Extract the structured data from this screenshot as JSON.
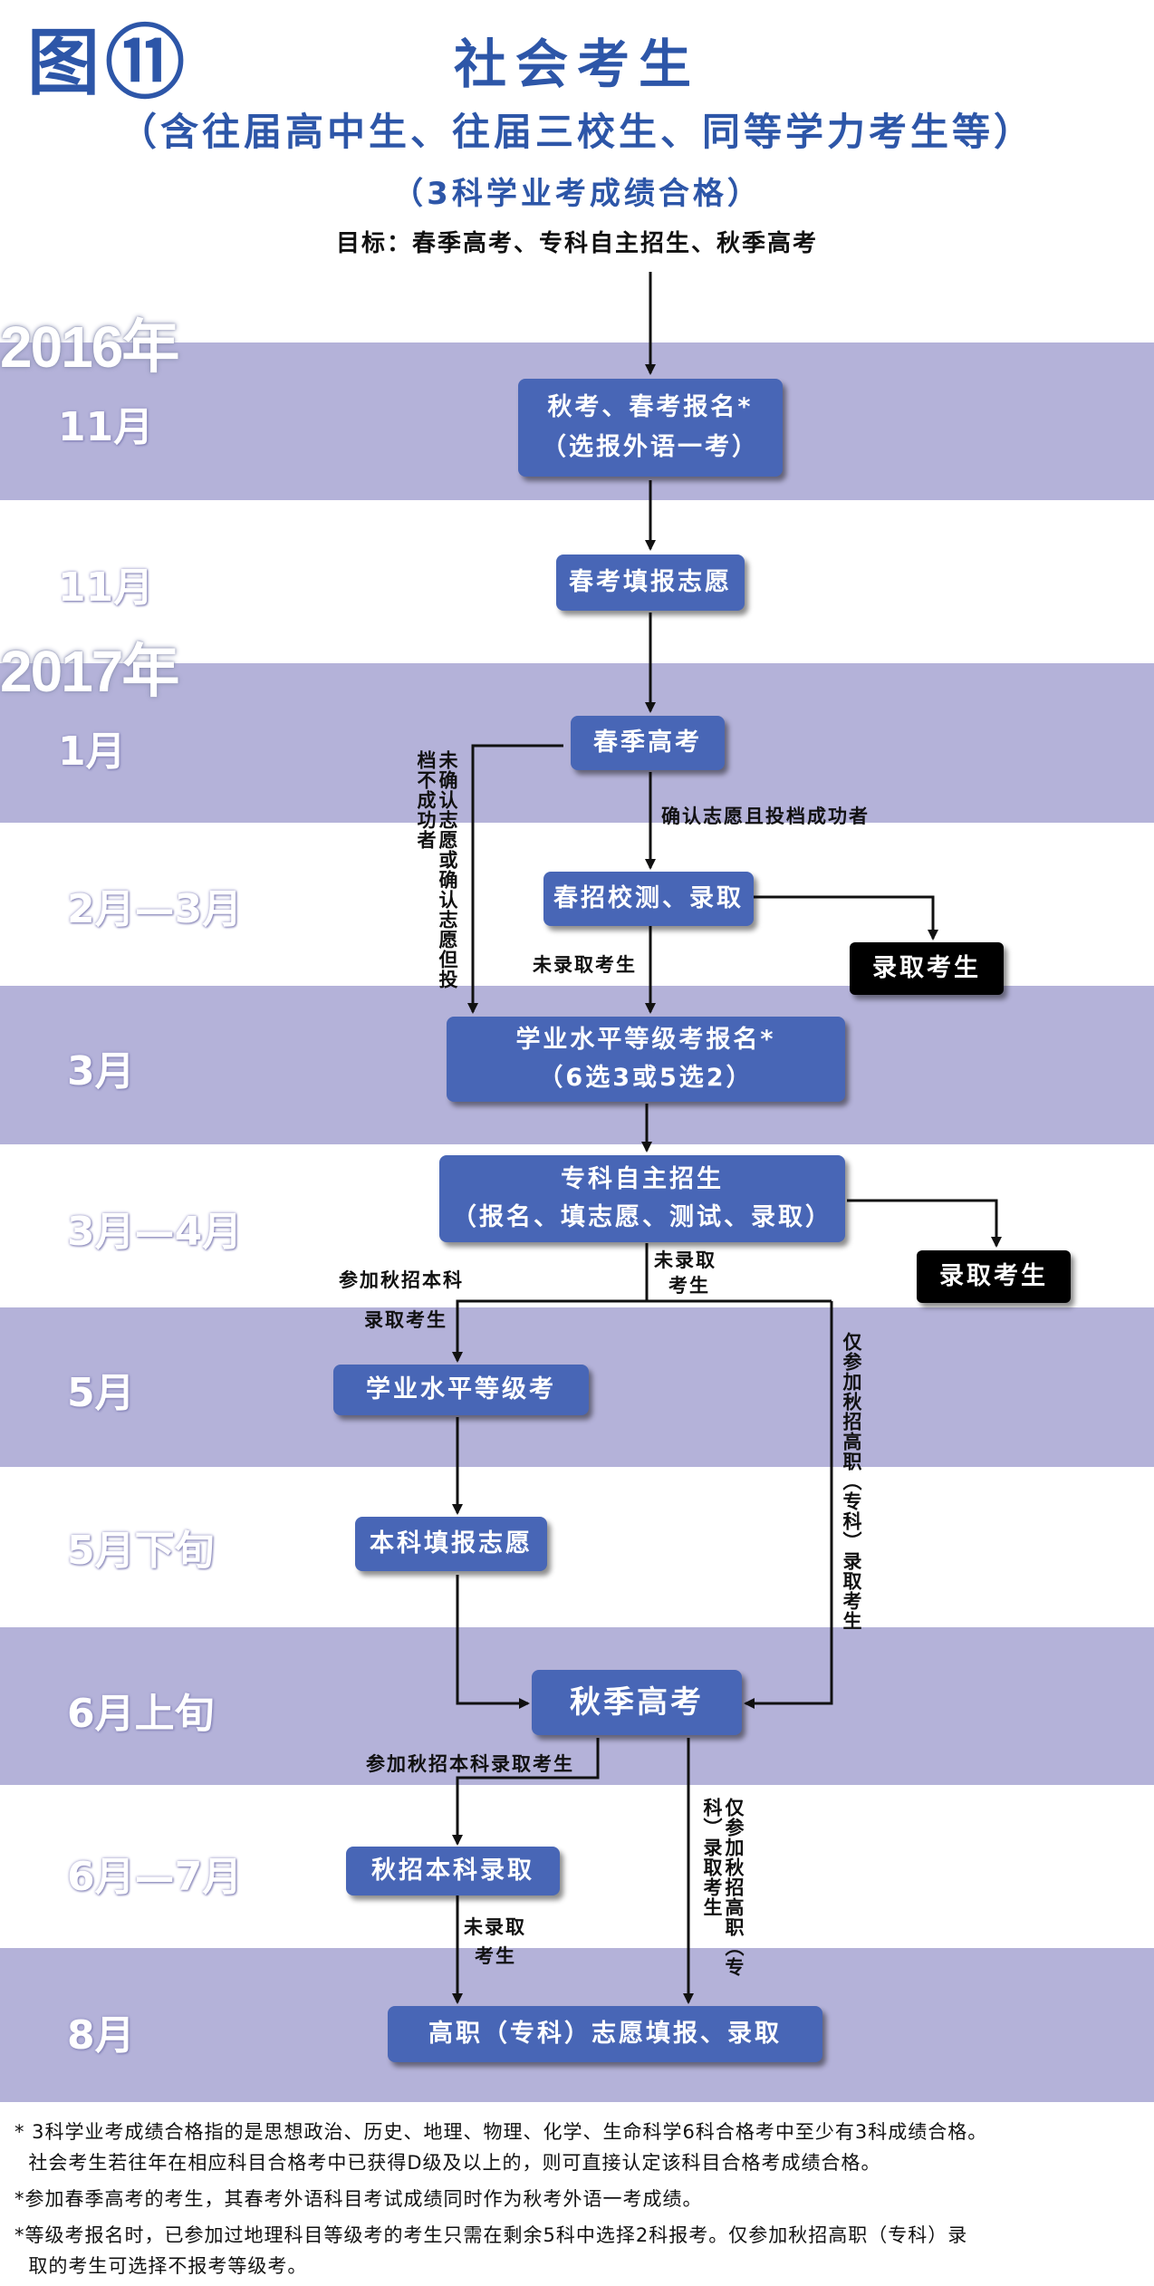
{
  "header": {
    "badge_char": "图",
    "badge_num": "⑪",
    "title": "社会考生",
    "subtitle": "（含往届高中生、往届三校生、同等学力考生等）",
    "subtitle2": "（3科学业考成绩合格）",
    "goal": "目标：春季高考、专科自主招生、秋季高考"
  },
  "years": [
    "2016年",
    "2017年"
  ],
  "months": [
    "11月",
    "11月",
    "1月",
    "2月—3月",
    "3月",
    "3月—4月",
    "5月",
    "5月下旬",
    "6月上旬",
    "6月—7月",
    "8月"
  ],
  "boxes": {
    "b1_line1": "秋考、春考报名*",
    "b1_line2": "（选报外语一考）",
    "b2": "春考填报志愿",
    "b3": "春季高考",
    "b4": "春招校测、录取",
    "admit1": "录取考生",
    "b5_line1": "学业水平等级考报名*",
    "b5_line2": "（6选3或5选2）",
    "b6_line1": "专科自主招生",
    "b6_line2": "（报名、填志愿、测试、录取）",
    "admit2": "录取考生",
    "b7": "学业水平等级考",
    "b8": "本科填报志愿",
    "b9": "秋季高考",
    "b10": "秋招本科录取",
    "b11": "高职（专科）志愿填报、录取"
  },
  "labels": {
    "confirm_success": "确认志愿且投档成功者",
    "not_confirm": "未确认志愿或确认志愿但投档不成功者",
    "not_admitted1": "未录取考生",
    "not_admitted2_a": "未录取",
    "not_admitted2_b": "考生",
    "join_autumn_a": "参加秋招本科",
    "join_autumn_b": "录取考生",
    "only_vocational1": "仅参加秋招高职（专科）录取考生",
    "join_autumn_2": "参加秋招本科录取考生",
    "only_vocational2": "仅参加秋招高职（专科）录取考生",
    "not_admitted3_a": "未录取",
    "not_admitted3_b": "考生"
  },
  "notes": [
    "* 3科学业考成绩合格指的是思想政治、历史、地理、物理、化学、生命科学6科合格考中至少有3科成绩合格。",
    "  社会考生若往年在相应科目合格考中已获得D级及以上的，则可直接认定该科目合格考成绩合格。",
    "*参加春季高考的考生，其春考外语科目考试成绩同时作为秋考外语一考成绩。",
    "*等级考报名时，已参加过地理科目等级考的考生只需在剩余5科中选择2科报考。仅参加秋招高职（专科）录",
    "  取的考生可选择不报考等级考。"
  ],
  "colors": {
    "band": "#b4b2d9",
    "box_blue": "#4866b6",
    "title_blue": "#2d56a8",
    "black_box": "#000000"
  }
}
